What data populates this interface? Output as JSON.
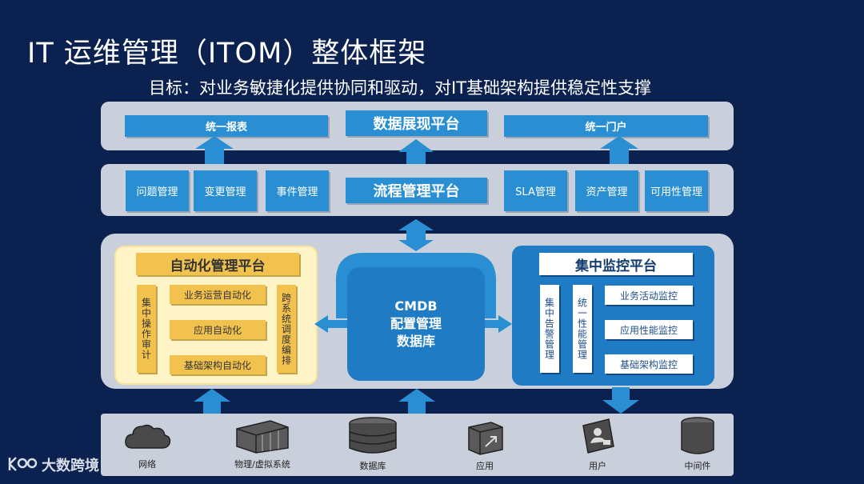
{
  "title": "IT 运维管理（ITOM）整体框架",
  "subtitle": "目标：对业务敏捷化提供协同和驱动，对IT基础架构提供稳定性支撑",
  "display_layer": {
    "left": "统一报表",
    "center": "数据展现平台",
    "right": "统一门户"
  },
  "process_layer": {
    "center": "流程管理平台",
    "left_items": [
      "问题管理",
      "变更管理",
      "事件管理"
    ],
    "right_items": [
      "SLA管理",
      "资产管理",
      "可用性管理"
    ]
  },
  "automation": {
    "title": "自动化管理平台",
    "left_vertical": "集中操作审计",
    "right_vertical": "跨系统调度编排",
    "items": [
      "业务运营自动化",
      "应用自动化",
      "基础架构自动化"
    ]
  },
  "cmdb": {
    "line1": "CMDB",
    "line2": "配置管理",
    "line3": "数据库"
  },
  "monitoring": {
    "title": "集中监控平台",
    "vertical1": "集中告警管理",
    "vertical2": "统一性能管理",
    "items": [
      "业务活动监控",
      "应用性能监控",
      "基础架构监控"
    ]
  },
  "infrastructure": {
    "items": [
      {
        "label": "网络",
        "icon": "cloud-icon"
      },
      {
        "label": "物理/虚拟系统",
        "icon": "server-rack-icon"
      },
      {
        "label": "数据库",
        "icon": "database-icon"
      },
      {
        "label": "应用",
        "icon": "application-box-icon"
      },
      {
        "label": "用户",
        "icon": "user-device-icon"
      },
      {
        "label": "中间件",
        "icon": "middleware-cylinder-icon"
      }
    ]
  },
  "watermark": "大数跨境",
  "colors": {
    "background": "#0b2150",
    "layer_gray": "#c9cfdb",
    "blue": "#2a8fd2",
    "panel_blue": "#1e7bc4",
    "yellow": "#f2c24f",
    "cream": "#fff3c8"
  }
}
